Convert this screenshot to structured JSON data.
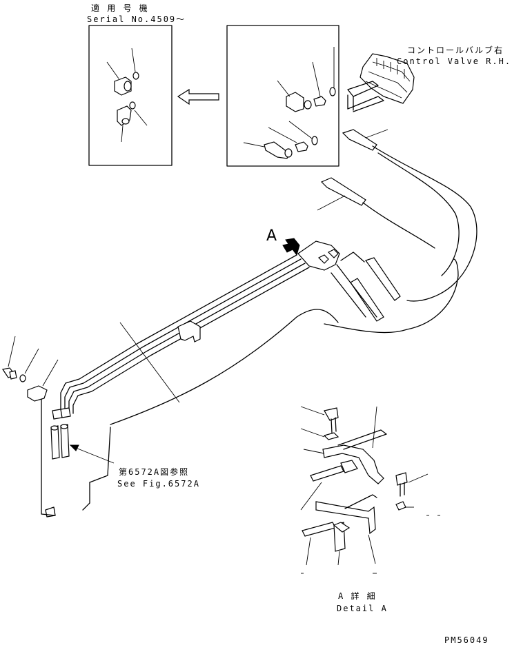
{
  "labels": {
    "serial_jp": "適 用 号 機",
    "serial_en": "Serial No.4509～",
    "cv_jp": "コントロールバルブ右",
    "cv_en": "Control Valve R.H.",
    "view_a": "A",
    "see_fig_jp": "第6572A図参照",
    "see_fig_en": "See Fig.6572A",
    "detail_jp": "A 詳 細",
    "detail_en": "Detail A",
    "drawing_no": "PM56049"
  },
  "icons": {
    "view_arrow": "view-direction-arrow",
    "replace_arrow": "hollow-left-arrow"
  }
}
